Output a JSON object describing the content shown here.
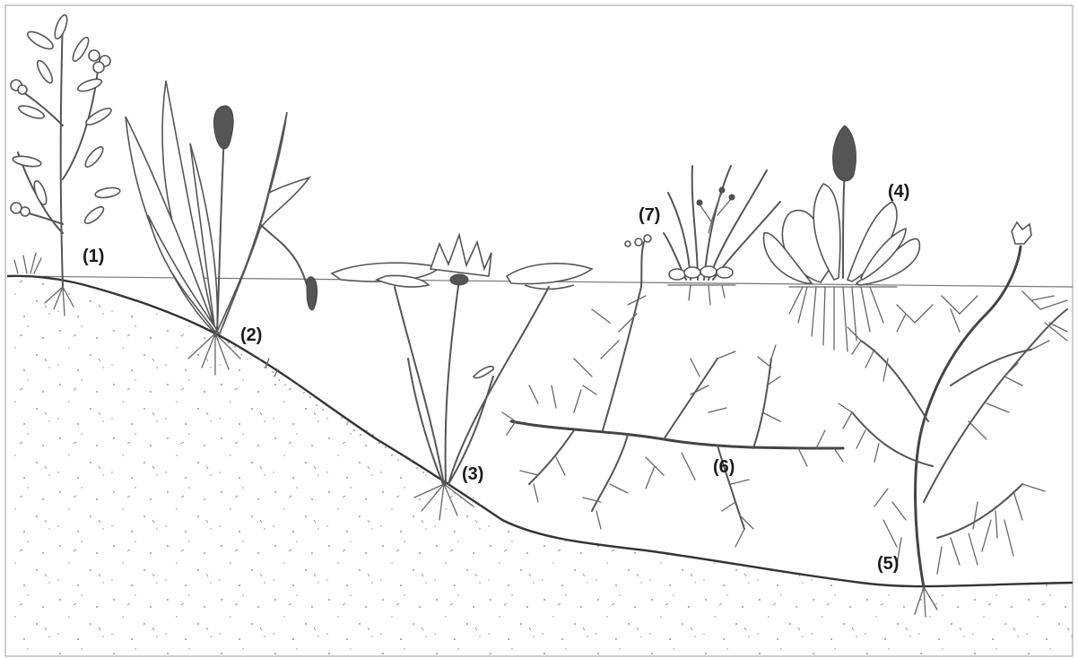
{
  "labels": [
    {
      "id": "1",
      "text": "(1)"
    },
    {
      "id": "2",
      "text": "(2)"
    },
    {
      "id": "3",
      "text": "(3)"
    },
    {
      "id": "4",
      "text": "(4)"
    },
    {
      "id": "5",
      "text": "(5)"
    },
    {
      "id": "6",
      "text": "(6)"
    },
    {
      "id": "7",
      "text": "(7)"
    }
  ],
  "colors": {
    "ink": "#555555",
    "label": "#1a1a1a",
    "background": "#ffffff"
  }
}
